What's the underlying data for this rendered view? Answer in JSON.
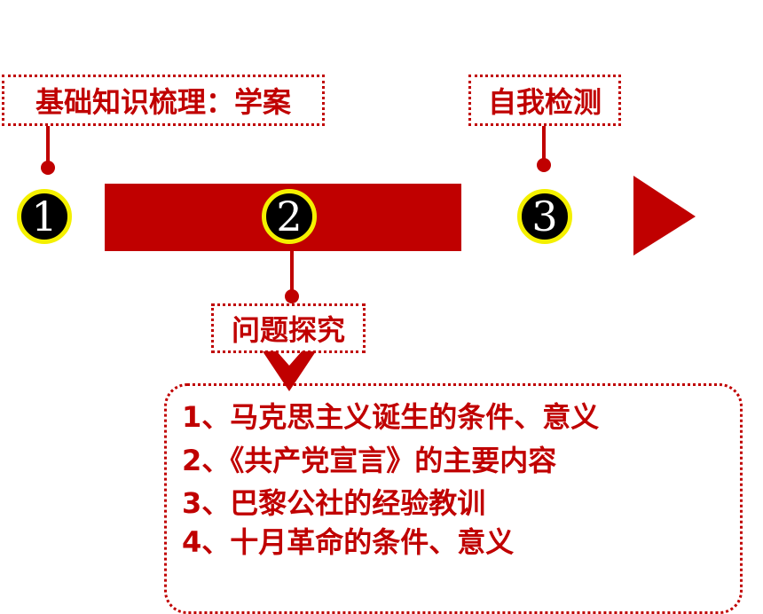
{
  "labels": {
    "step1": "基础知识梳理：学案",
    "step2": "问题探究",
    "step3": "自我检测"
  },
  "steps": {
    "one": "1",
    "two": "2",
    "three": "3"
  },
  "items": [
    "1、马克思主义诞生的条件、意义",
    "2、《共产党宣言》的主要内容",
    "3、巴黎公社的经验教训",
    "4、十月革命的条件、意义"
  ],
  "colors": {
    "accent": "#c00000",
    "ring": "#f4f000",
    "circle_fill": "#000000"
  },
  "icons": {
    "arrow": "triangle-right",
    "chevron": "chevron-down"
  }
}
